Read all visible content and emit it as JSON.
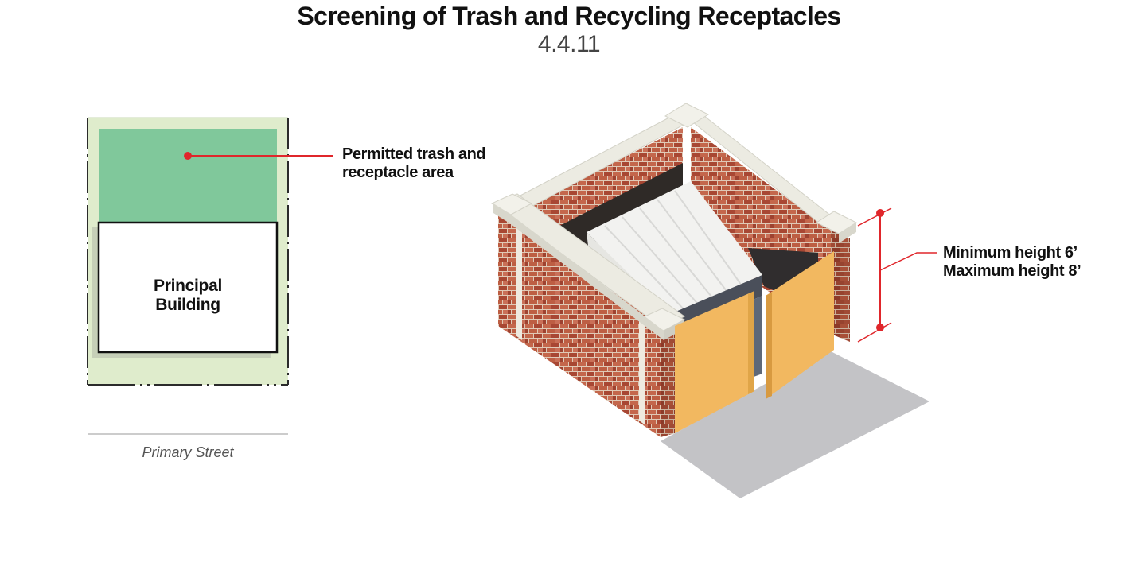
{
  "header": {
    "title": "Screening of Trash and Recycling Receptacles",
    "section_number": "4.4.11"
  },
  "site_plan": {
    "area_label_line1": "Permitted trash and",
    "area_label_line2": "receptacle area",
    "building_label_line1": "Principal",
    "building_label_line2": "Building",
    "street_label": "Primary Street"
  },
  "enclosure": {
    "min_height_label": "Minimum height 6’",
    "max_height_label": "Maximum height 8’"
  },
  "colors": {
    "lot": "#dfeccc",
    "permitted_area": "#80c89b",
    "annotation_red": "#e0262b",
    "brick": "#b5553d",
    "gate": "#f2b860",
    "cap": "#ecebe2",
    "shadow": "#c3c3c6"
  }
}
